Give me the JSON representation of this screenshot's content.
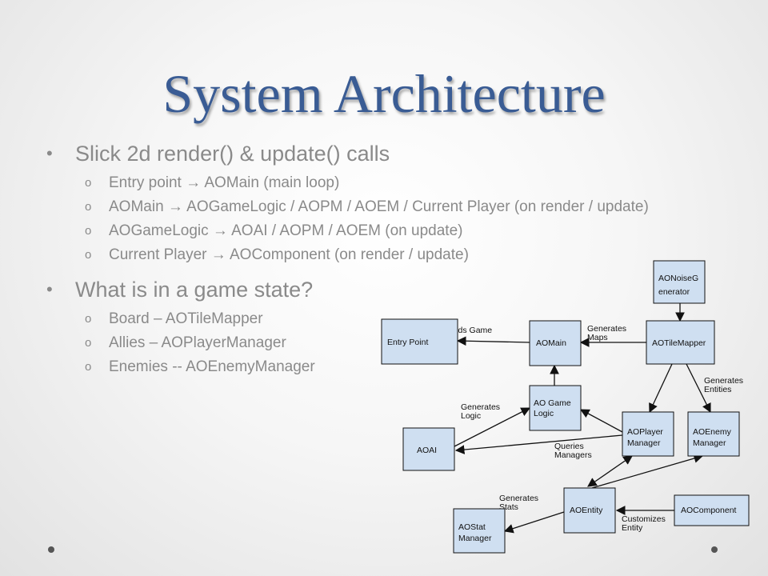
{
  "slide": {
    "title": "System Architecture",
    "bullets": [
      {
        "text": "Slick 2d render() & update() calls",
        "sub": [
          "Entry point → AOMain  (main loop)",
          "AOMain  → AOGameLogic / AOPM / AOEM / Current Player (on render / update)",
          "AOGameLogic → AOAI / AOPM / AOEM (on update)",
          "Current Player → AOComponent (on render / update)"
        ]
      },
      {
        "text": "What is in a game state?",
        "sub": [
          "Board – AOTileMapper",
          "Allies – AOPlayerManager",
          "Enemies -- AOEnemyManager"
        ]
      }
    ]
  },
  "diagram": {
    "nodes": {
      "entry": [
        "Entry Point"
      ],
      "main": [
        "AOMain"
      ],
      "tilemapper": [
        "AOTileMapper"
      ],
      "noise": [
        "AONoiseG",
        "enerator"
      ],
      "gamelogic": [
        "AO Game",
        "Logic"
      ],
      "ai": [
        "AOAI"
      ],
      "player": [
        "AOPlayer",
        "Manager"
      ],
      "enemy": [
        "AOEnemy",
        "Manager"
      ],
      "entity": [
        "AOEntity"
      ],
      "component": [
        "AOComponent"
      ],
      "stat": [
        "AOStat",
        "Manager"
      ]
    },
    "edge_labels": {
      "loads_game": [
        "Loads Game"
      ],
      "generates_maps": [
        "Generates",
        "Maps"
      ],
      "generates_entities": [
        "Generates",
        "Entities"
      ],
      "generates_logic": [
        "Generates",
        "Logic"
      ],
      "queries_managers": [
        "Queries",
        "Managers"
      ],
      "generates_stats": [
        "Generates",
        "Stats"
      ],
      "customizes_entity": [
        "Customizes",
        "Entity"
      ]
    }
  }
}
